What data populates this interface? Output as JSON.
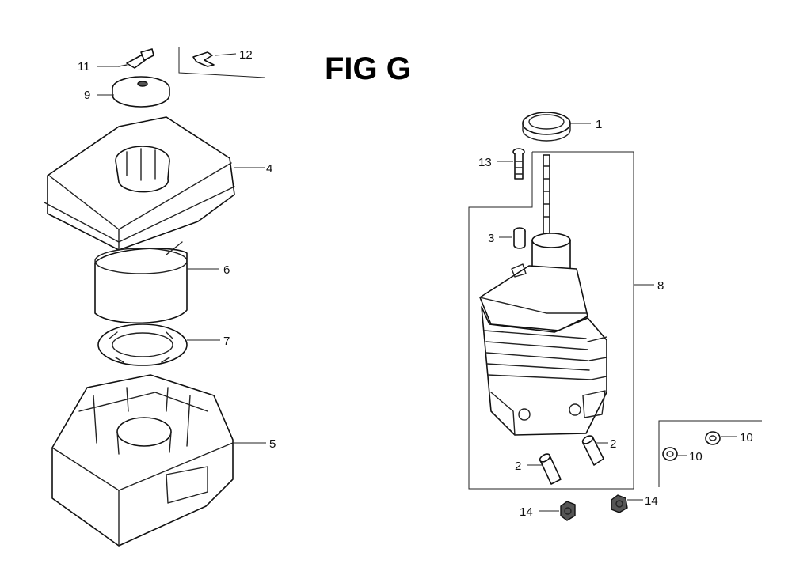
{
  "figure": {
    "title": "FIG G"
  },
  "callouts": {
    "c1": "1",
    "c2a": "2",
    "c2b": "2",
    "c3": "3",
    "c4": "4",
    "c5": "5",
    "c6": "6",
    "c7": "7",
    "c8": "8",
    "c9": "9",
    "c10a": "10",
    "c10b": "10",
    "c11": "11",
    "c12": "12",
    "c13": "13",
    "c14a": "14",
    "c14b": "14"
  }
}
